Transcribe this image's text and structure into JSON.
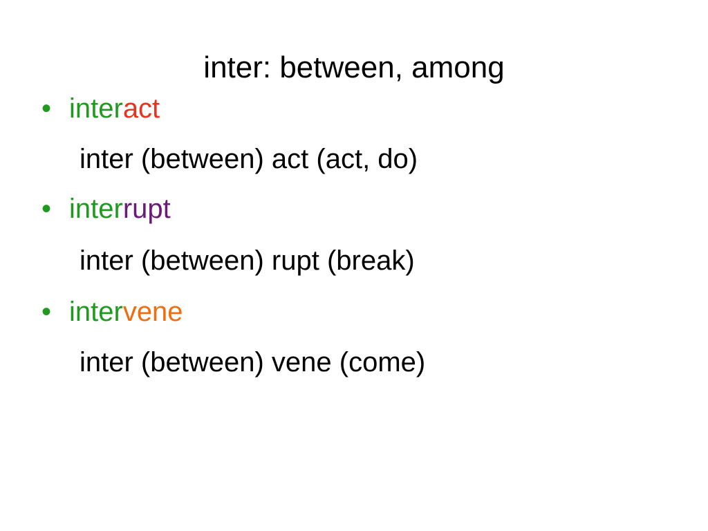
{
  "slide": {
    "title": "inter: between, among",
    "items": [
      {
        "bullet": "•",
        "prefix": "inter",
        "root": "act",
        "root_color": "#e8321e",
        "explanation": "inter (between) act (act, do)"
      },
      {
        "bullet": "•",
        "prefix": "inter",
        "root": "rupt",
        "root_color": "#6a1a78",
        "explanation": "inter (between) rupt (break)"
      },
      {
        "bullet": "•",
        "prefix": "inter",
        "root": "vene",
        "root_color": "#ef6e10",
        "explanation": "inter (between) vene (come)"
      }
    ],
    "colors": {
      "prefix": "#1f9a1f",
      "text": "#000000",
      "background": "#ffffff"
    }
  }
}
